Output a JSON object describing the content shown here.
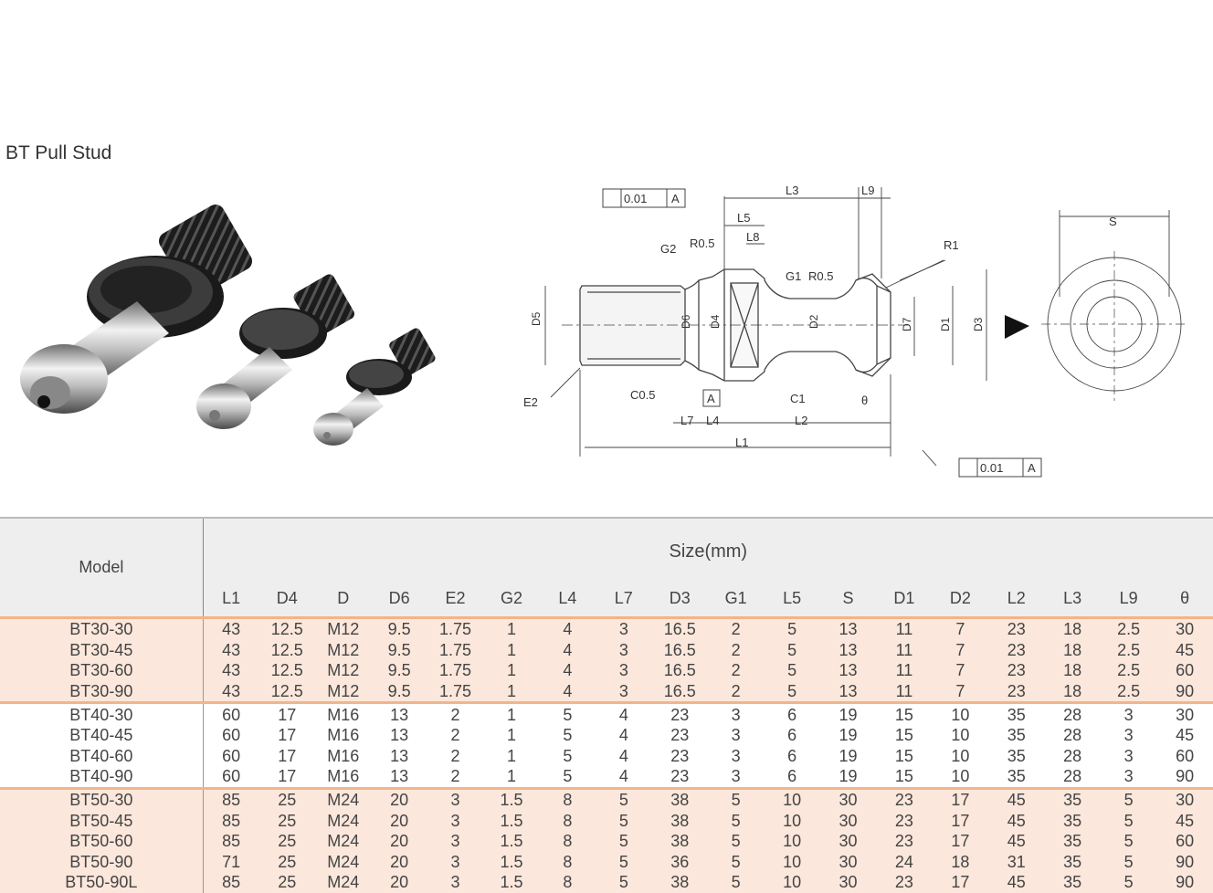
{
  "title": "BT Pull Stud",
  "drawing_labels": {
    "tol_top": "0.01",
    "datum_top": "A",
    "tol_bottom": "0.01",
    "datum_bottom": "A",
    "datum_ref": "A",
    "L3": "L3",
    "L9": "L9",
    "L5": "L5",
    "L8": "L8",
    "G2": "G2",
    "R05_left": "R0.5",
    "G1": "G1",
    "R05_right": "R0.5",
    "R1": "R1",
    "D5": "D5",
    "D6": "D6",
    "D4": "D4",
    "D2": "D2",
    "D7": "D7",
    "D1": "D1",
    "D3": "D3",
    "E2": "E2",
    "C05": "C0.5",
    "C1": "C1",
    "theta": "θ",
    "L7": "L7",
    "L4": "L4",
    "L2": "L2",
    "L1": "L1",
    "S": "S"
  },
  "table": {
    "model_header": "Model",
    "size_header": "Size(mm)",
    "columns": [
      "L1",
      "D4",
      "D",
      "D6",
      "E2",
      "G2",
      "L4",
      "L7",
      "D3",
      "G1",
      "L5",
      "S",
      "D1",
      "D2",
      "L2",
      "L3",
      "L9",
      "θ"
    ],
    "rows": [
      [
        "BT30-30",
        "43",
        "12.5",
        "M12",
        "9.5",
        "1.75",
        "1",
        "4",
        "3",
        "16.5",
        "2",
        "5",
        "13",
        "11",
        "7",
        "23",
        "18",
        "2.5",
        "30"
      ],
      [
        "BT30-45",
        "43",
        "12.5",
        "M12",
        "9.5",
        "1.75",
        "1",
        "4",
        "3",
        "16.5",
        "2",
        "5",
        "13",
        "11",
        "7",
        "23",
        "18",
        "2.5",
        "45"
      ],
      [
        "BT30-60",
        "43",
        "12.5",
        "M12",
        "9.5",
        "1.75",
        "1",
        "4",
        "3",
        "16.5",
        "2",
        "5",
        "13",
        "11",
        "7",
        "23",
        "18",
        "2.5",
        "60"
      ],
      [
        "BT30-90",
        "43",
        "12.5",
        "M12",
        "9.5",
        "1.75",
        "1",
        "4",
        "3",
        "16.5",
        "2",
        "5",
        "13",
        "11",
        "7",
        "23",
        "18",
        "2.5",
        "90"
      ],
      [
        "BT40-30",
        "60",
        "17",
        "M16",
        "13",
        "2",
        "1",
        "5",
        "4",
        "23",
        "3",
        "6",
        "19",
        "15",
        "10",
        "35",
        "28",
        "3",
        "30"
      ],
      [
        "BT40-45",
        "60",
        "17",
        "M16",
        "13",
        "2",
        "1",
        "5",
        "4",
        "23",
        "3",
        "6",
        "19",
        "15",
        "10",
        "35",
        "28",
        "3",
        "45"
      ],
      [
        "BT40-60",
        "60",
        "17",
        "M16",
        "13",
        "2",
        "1",
        "5",
        "4",
        "23",
        "3",
        "6",
        "19",
        "15",
        "10",
        "35",
        "28",
        "3",
        "60"
      ],
      [
        "BT40-90",
        "60",
        "17",
        "M16",
        "13",
        "2",
        "1",
        "5",
        "4",
        "23",
        "3",
        "6",
        "19",
        "15",
        "10",
        "35",
        "28",
        "3",
        "90"
      ],
      [
        "BT50-30",
        "85",
        "25",
        "M24",
        "20",
        "3",
        "1.5",
        "8",
        "5",
        "38",
        "5",
        "10",
        "30",
        "23",
        "17",
        "45",
        "35",
        "5",
        "30"
      ],
      [
        "BT50-45",
        "85",
        "25",
        "M24",
        "20",
        "3",
        "1.5",
        "8",
        "5",
        "38",
        "5",
        "10",
        "30",
        "23",
        "17",
        "45",
        "35",
        "5",
        "45"
      ],
      [
        "BT50-60",
        "85",
        "25",
        "M24",
        "20",
        "3",
        "1.5",
        "8",
        "5",
        "38",
        "5",
        "10",
        "30",
        "23",
        "17",
        "45",
        "35",
        "5",
        "60"
      ],
      [
        "BT50-90",
        "71",
        "25",
        "M24",
        "20",
        "3",
        "1.5",
        "8",
        "5",
        "36",
        "5",
        "10",
        "30",
        "24",
        "18",
        "31",
        "35",
        "5",
        "90"
      ],
      [
        "BT50-90L",
        "85",
        "25",
        "M24",
        "20",
        "3",
        "1.5",
        "8",
        "5",
        "38",
        "5",
        "10",
        "30",
        "23",
        "17",
        "45",
        "35",
        "5",
        "90"
      ]
    ]
  },
  "colors": {
    "band_orange": "#fbe7db",
    "band_border": "#f2b48a",
    "header_gray": "#eeeeee"
  }
}
